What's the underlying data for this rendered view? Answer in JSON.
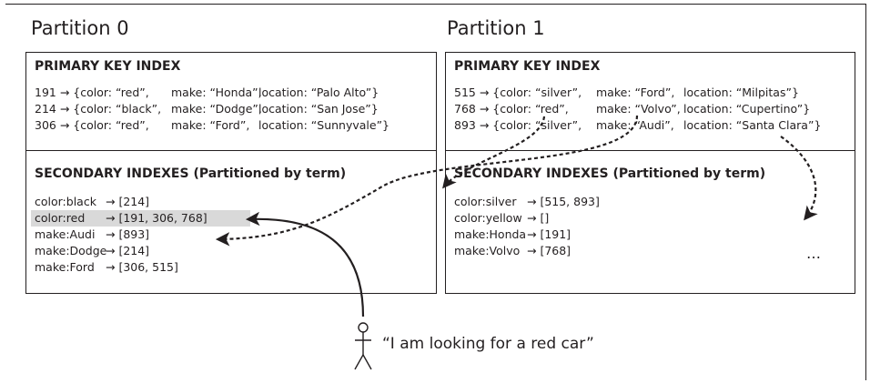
{
  "partitions": [
    {
      "title": "Partition 0",
      "primary_title": "PRIMARY KEY INDEX",
      "primary_rows": [
        {
          "id": "191 → {color: “red”,",
          "make": "make: “Honda”,",
          "location": "location: “Palo Alto”}"
        },
        {
          "id": "214 → {color: “black”,",
          "make": "make: “Dodge”,",
          "location": "location: “San Jose”}"
        },
        {
          "id": "306 → {color: “red”,",
          "make": "make: “Ford”,",
          "location": "location: “Sunnyvale”}"
        }
      ],
      "secondary_title": "SECONDARY INDEXES (Partitioned by term)",
      "secondary_rows": [
        {
          "term": "color:black",
          "postings": "→ [214]"
        },
        {
          "term": "color:red",
          "postings": "→ [191, 306, 768]"
        },
        {
          "term": "make:Audi",
          "postings": "→ [893]"
        },
        {
          "term": "make:Dodge",
          "postings": "→ [214]"
        },
        {
          "term": "make:Ford",
          "postings": "→ [306, 515]"
        }
      ]
    },
    {
      "title": "Partition 1",
      "primary_title": "PRIMARY KEY INDEX",
      "primary_rows": [
        {
          "id": "515 → {color: “silver”,",
          "make": "make: “Ford”,",
          "location": "location: “Milpitas”}"
        },
        {
          "id": "768 → {color: “red”,",
          "make": "make: “Volvo”,",
          "location": "location: “Cupertino”}"
        },
        {
          "id": "893 → {color: “silver”,",
          "make": "make: “Audi”,",
          "location": "location: “Santa Clara”}"
        }
      ],
      "secondary_title": "SECONDARY INDEXES (Partitioned by term)",
      "secondary_rows": [
        {
          "term": "color:silver",
          "postings": "→ [515, 893]"
        },
        {
          "term": "color:yellow",
          "postings": "→ []"
        },
        {
          "term": "make:Honda",
          "postings": "→ [191]"
        },
        {
          "term": "make:Volvo",
          "postings": "→ [768]"
        }
      ],
      "more": "…"
    }
  ],
  "user": {
    "icon": "person-icon",
    "quote": "“I am looking for a red car”"
  },
  "colors": {
    "ink": "#231f20",
    "highlight": "#d9d9d9"
  }
}
